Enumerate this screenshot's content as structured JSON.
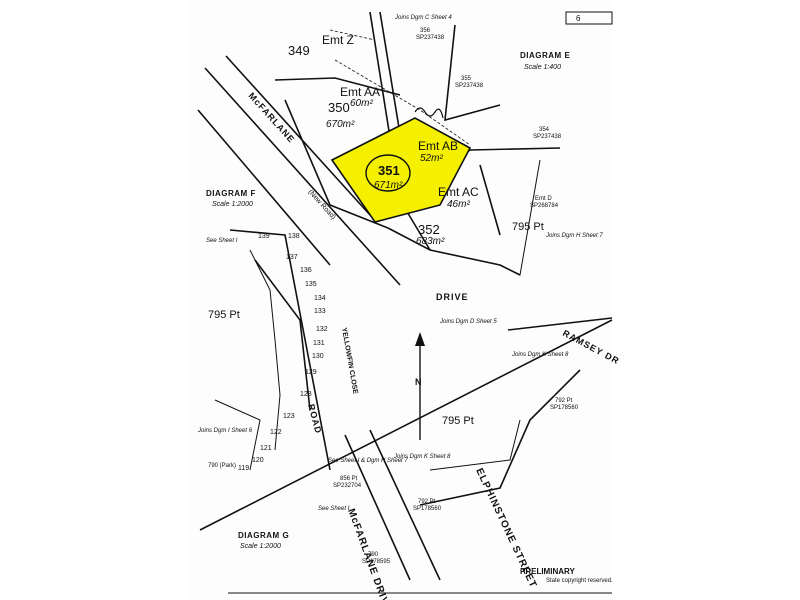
{
  "sheet_ref": "6",
  "diagrams": {
    "e": {
      "title": "DIAGRAM E",
      "scale": "Scale 1:400"
    },
    "f": {
      "title": "DIAGRAM F",
      "scale": "Scale 1:2000"
    },
    "g": {
      "title": "DIAGRAM G",
      "scale": "Scale 1:2000"
    }
  },
  "lots": {
    "l349": "349",
    "l350": "350",
    "l350_area": "670m²",
    "l351": "351",
    "l351_area": "671m²",
    "l352": "352",
    "l352_area": "683m²",
    "l355": "355",
    "l355_sp": "SP237438",
    "l356": "356",
    "l356_sp": "SP237438",
    "l354": "354",
    "l354_sp": "SP237438",
    "l795a": "795 Pt",
    "l795b": "795 Pt",
    "l795c": "795 Pt",
    "l792": "792 Pt",
    "l792_sp": "SP178560",
    "l790": "790",
    "l790_sp": "SP178595",
    "l856": "856 Pt",
    "l856_sp": "SP232704",
    "l790park": "790 (Park)"
  },
  "easements": {
    "z": "Emt Z",
    "aa": "Emt AA",
    "aa_area": "60m²",
    "ab": "Emt AB",
    "ab_area": "52m²",
    "ac": "Emt AC",
    "ac_area": "46m²",
    "d": "Emt D",
    "d_sp": "SP268784"
  },
  "roads": {
    "mcfarlane_top": "McFARLANE",
    "new_road": "(New Road)",
    "drive_e": "DRIVE",
    "ramsey": "RAMSEY DR",
    "road_f": "ROAD",
    "yellowfin": "YELLOWFIN CLOSE",
    "elphinstone": "ELPHINSTONE STREET",
    "mcfarlane_g": "McFARLANE DRIVE"
  },
  "diagram_f_lots": [
    "139",
    "138",
    "137",
    "136",
    "135",
    "134",
    "133",
    "132",
    "131",
    "130",
    "129",
    "128",
    "123",
    "122",
    "121",
    "120",
    "119"
  ],
  "references": {
    "joins_c": "Joins Dgm C Sheet 4",
    "joins_d": "Joins Dgm D Sheet 5",
    "joins_h": "Joins Dgm H Sheet 7",
    "joins_k": "Joins Dgm K Sheet 8",
    "joins_k2": "Joins Dgm K Sheet 8",
    "see_sheet_f": "See Sheet I",
    "see_sheet_g": "See Sheet I & Dgm H Sheet 7",
    "see_sheet_g2": "See Sheet I",
    "joins_i": "Joins Dgm I Sheet 6"
  },
  "north": "N",
  "footer": {
    "stamp": "PRELIMINARY",
    "copyright": "State copyright reserved."
  }
}
